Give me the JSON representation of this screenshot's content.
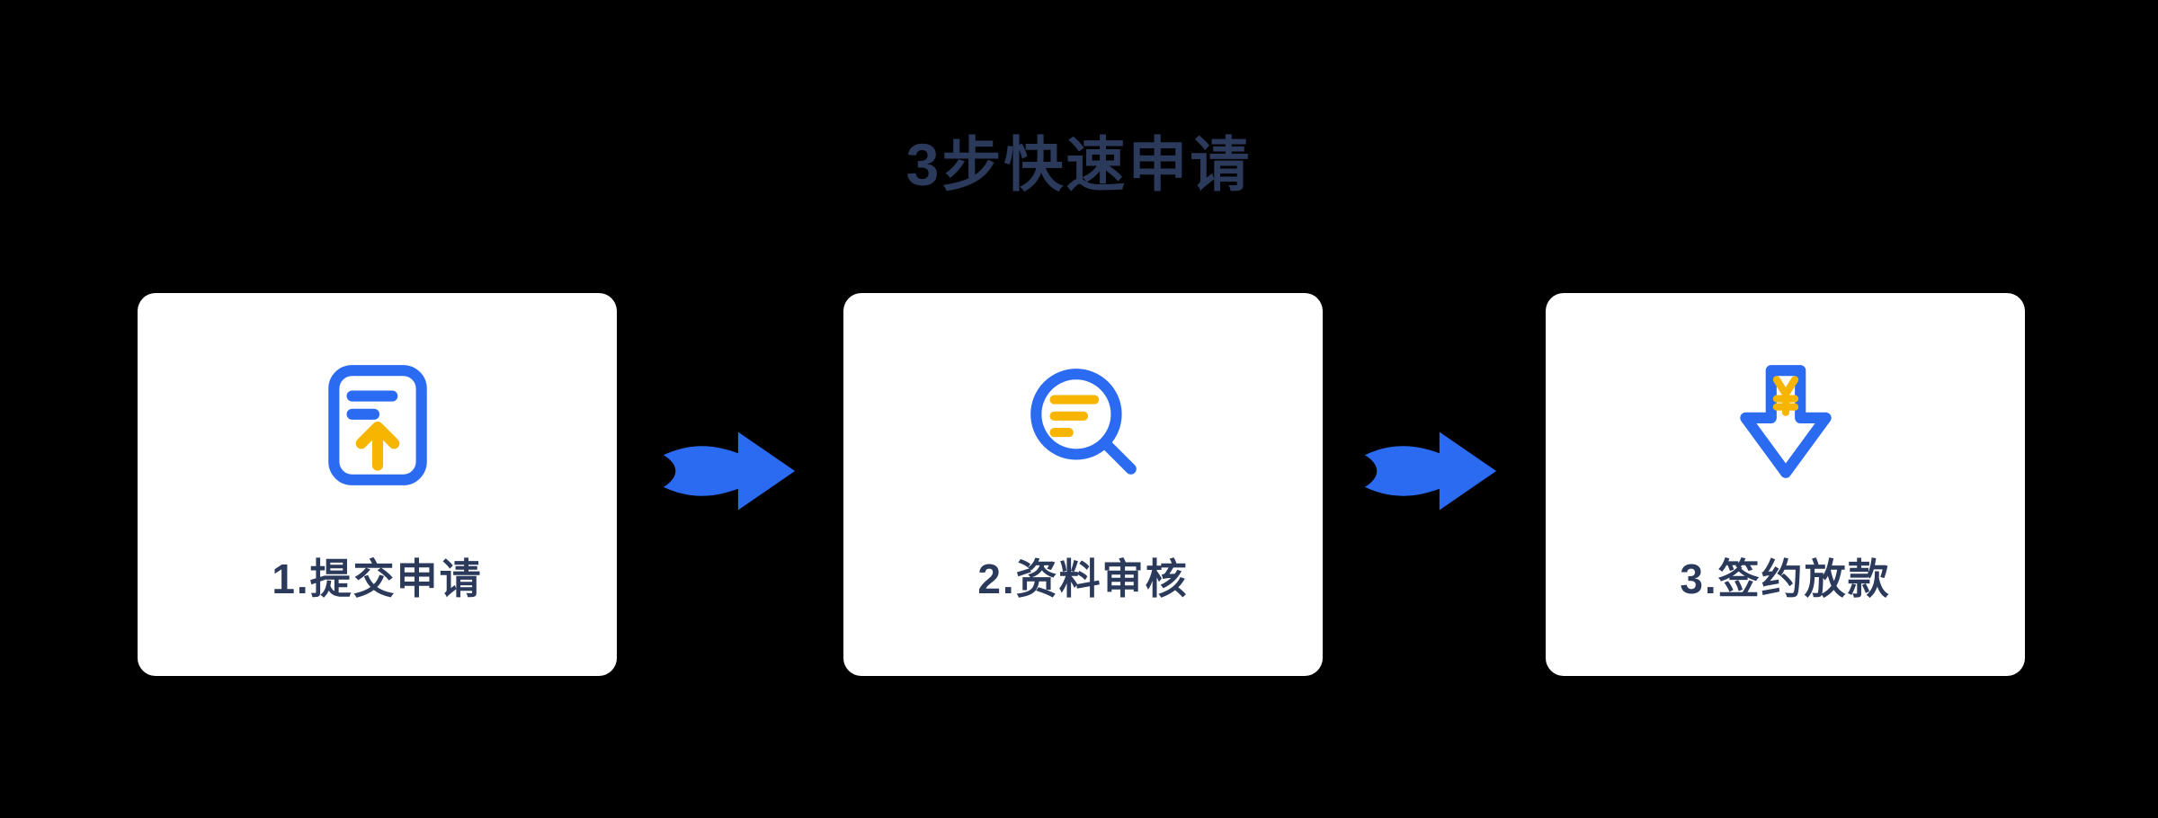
{
  "page": {
    "title": "3步快速申请"
  },
  "colors": {
    "page_bg": "#000000",
    "card_bg": "#FFFFFF",
    "accent_blue": "#2B6BF2",
    "accent_yellow": "#F7B500",
    "text_dark": "#2B3A5A"
  },
  "steps": [
    {
      "label": "1.提交申请",
      "icon": "upload-document-icon"
    },
    {
      "label": "2.资料审核",
      "icon": "search-review-icon"
    },
    {
      "label": "3.签约放款",
      "icon": "download-payment-icon"
    }
  ],
  "flow_arrows": {
    "count": 2,
    "direction": "right"
  }
}
